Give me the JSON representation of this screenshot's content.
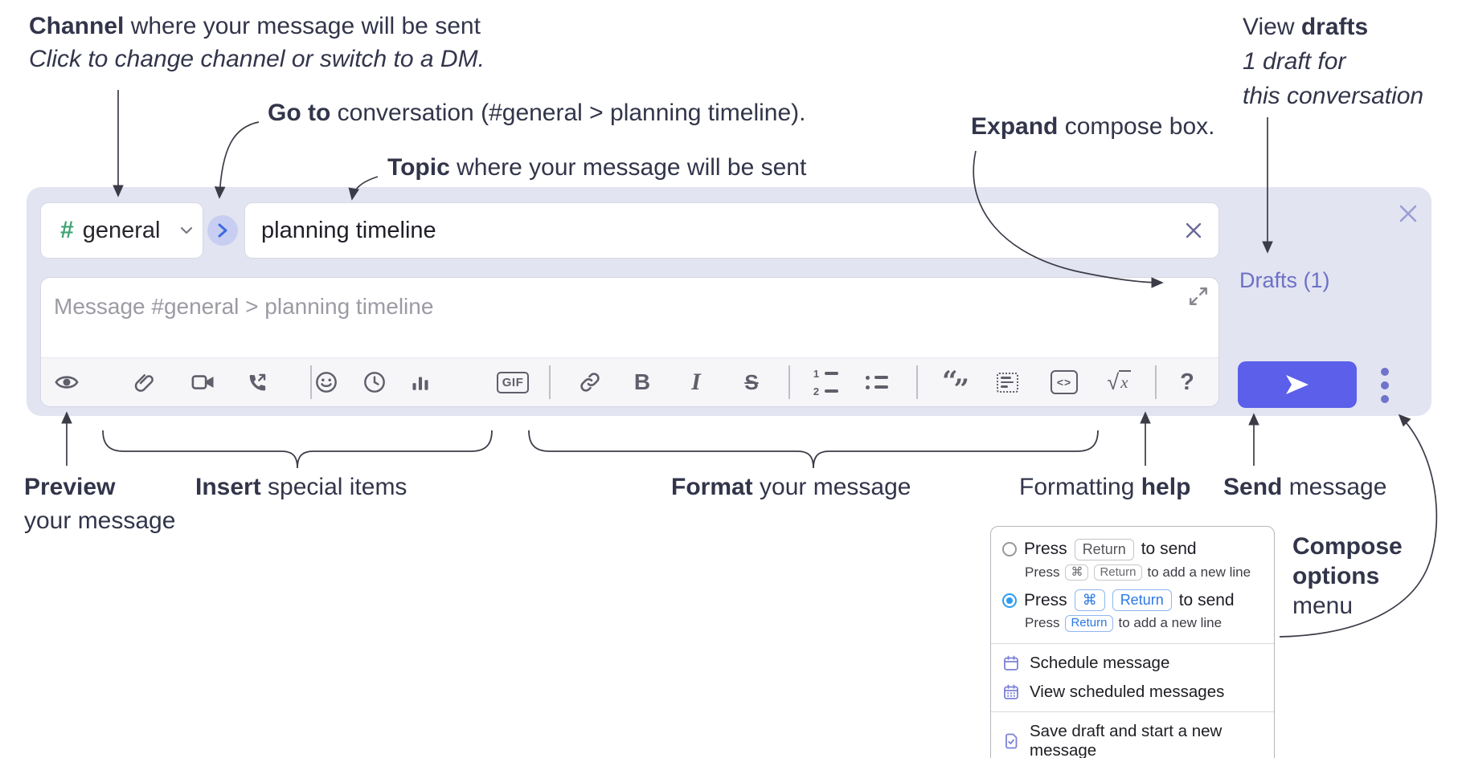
{
  "annotations": {
    "channel": {
      "bold": "Channel",
      "rest": " where your message will be sent",
      "line2": "Click to change channel or switch to a DM."
    },
    "goto": {
      "bold": "Go to",
      "rest": " conversation (#general > planning timeline)."
    },
    "topic": {
      "bold": "Topic",
      "rest": " where your message will be sent"
    },
    "expand": {
      "bold": "Expand",
      "rest": " compose box."
    },
    "view_drafts": {
      "line1_regular": "View ",
      "line1_bold": "drafts",
      "line2": "1 draft for",
      "line3": "this conversation"
    },
    "preview": {
      "bold": "Preview",
      "line2": "your message"
    },
    "insert": {
      "bold": "Insert",
      "rest": " special items"
    },
    "format": {
      "bold": "Format",
      "rest": " your message"
    },
    "formatting_help": {
      "regular": "Formatting ",
      "bold": "help"
    },
    "send": {
      "bold": "Send",
      "rest": " message"
    },
    "compose_options": {
      "line1": "Compose",
      "line2": "options",
      "line3": "menu"
    }
  },
  "compose": {
    "channel_button": {
      "hash": "#",
      "name": "general"
    },
    "topic_input": {
      "value": "planning timeline"
    },
    "message_input": {
      "placeholder": "Message #general > planning timeline"
    },
    "drafts_link": "Drafts (1)",
    "toolbar_labels": {
      "bold": "B",
      "italic": "I",
      "strike": "S",
      "gif": "GIF",
      "ol1": "1",
      "ol2": "2",
      "quote_open": "“",
      "quote_close": "”",
      "code": "<>",
      "sqrt": "√",
      "sqrt_x": "x",
      "help": "?"
    },
    "toolbar_icons": [
      "preview-eye",
      "attach-paperclip",
      "video-camera",
      "phone-call",
      "emoji-smiley",
      "schedule-clock",
      "poll-bar-chart",
      "gif",
      "link",
      "bold",
      "italic",
      "strikethrough",
      "ordered-list",
      "bulleted-list",
      "blockquote",
      "code-block",
      "inline-code",
      "formula",
      "formatting-help"
    ]
  },
  "popup": {
    "option1": {
      "press": "Press",
      "key1": "Return",
      "suffix": "to send",
      "sub_press": "Press",
      "sub_key1": "⌘",
      "sub_key2": "Return",
      "sub_suffix": "to add a new line"
    },
    "option2": {
      "press": "Press",
      "key1": "⌘",
      "key2": "Return",
      "suffix": "to send",
      "selected": true,
      "sub_press": "Press",
      "sub_key1": "Return",
      "sub_suffix": "to add a new line"
    },
    "menu": [
      {
        "icon": "calendar-icon",
        "label": "Schedule message"
      },
      {
        "icon": "calendar-grid-icon",
        "label": "View scheduled messages"
      },
      {
        "icon": "save-draft-icon",
        "label": "Save draft and start a new message"
      }
    ]
  },
  "colors": {
    "panel_bg": "#e2e4f2",
    "send_button": "#5b5fe9",
    "purple_accent": "#6d71c4",
    "channel_hash_green": "#3fa374",
    "goto_circle_bg": "#c8cef1",
    "goto_chevron_blue": "#3e68e1",
    "radio_selected_blue": "#2b9cf2",
    "kbd_blue": "#2b78e4",
    "toolbar_icon_gray": "#5f5f6b",
    "annotation_ink": "#32354a"
  }
}
